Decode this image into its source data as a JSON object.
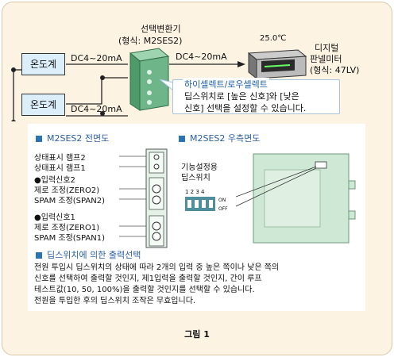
{
  "top": {
    "converter_title": "선택변환기",
    "converter_model": "(형식: M2SES2)",
    "temperature": "25.0℃",
    "meter_title": "디지털",
    "meter_title2": "판넬미터",
    "meter_model": "(형식: 47LV)",
    "sensor1": "온도계",
    "sensor2": "온도계",
    "signal_in1": "DC4~20mA",
    "signal_in2": "DC4~20mA",
    "signal_out": "DC4~20mA",
    "callout_title": "하이셀렉트/로우셀렉트",
    "callout_line1": "딥스위치로 [높은 신호]와 [낮은",
    "callout_line2": "신호] 선택을 설정할 수 있습니다."
  },
  "front": {
    "heading": "M2SES2 전면도",
    "labels": [
      "상태표시 램프2",
      "상태표시 램프1",
      "●입력신호2",
      "제로 조정(ZERO2)",
      "SPAM 조정(SPAN2)",
      "●입력신호1",
      "제로 조정(ZERO1)",
      "SPAM 조정(SPAN1)"
    ]
  },
  "side": {
    "heading": "M2SES2 우측면도",
    "switch_label1": "기능설정용",
    "switch_label2": "딥스위치",
    "switch_numbers": "1 2 3 4",
    "on_label": "ON",
    "off_label": "OFF"
  },
  "output": {
    "heading": "딥스위치에 의한 출력선택",
    "line1": "전원 투입시 딥스위치의 상태에 따라 2개의 입력 중 높은 쪽이나 낮은 쪽의",
    "line2": "신호를 선택하여 출력할 것인지, 제1입력을 출력할 것인지, 간이 루프",
    "line3": "테스트값(10, 50, 100%)을 출력할 것인지를 선택할 수 있습니다.",
    "line4": "전원을 투입한 후의 딥스위치 조작은 무효입니다."
  },
  "caption": "그림 1",
  "colors": {
    "frame_bg": "#fdf3e3",
    "box_fill": "#dbeef9",
    "accent": "#2a74b5",
    "device_green": "#6fb58a"
  }
}
